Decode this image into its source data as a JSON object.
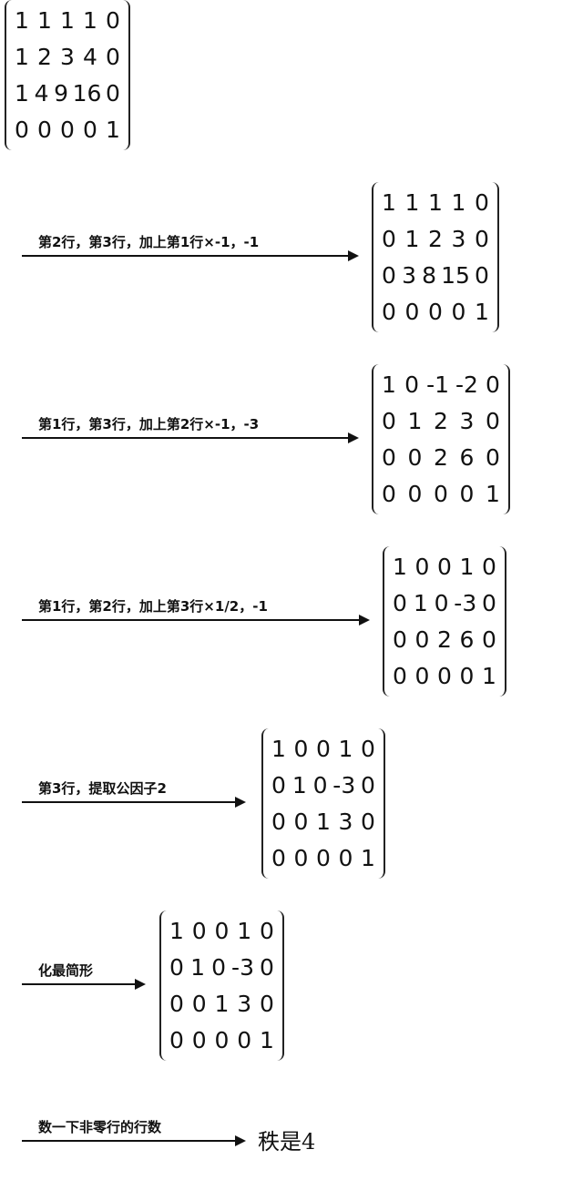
{
  "matrices": [
    [
      [
        "1",
        "1",
        "1",
        "1",
        "0"
      ],
      [
        "1",
        "2",
        "3",
        "4",
        "0"
      ],
      [
        "1",
        "4",
        "9",
        "16",
        "0"
      ],
      [
        "0",
        "0",
        "0",
        "0",
        "1"
      ]
    ],
    [
      [
        "1",
        "1",
        "1",
        "1",
        "0"
      ],
      [
        "0",
        "1",
        "2",
        "3",
        "0"
      ],
      [
        "0",
        "3",
        "8",
        "15",
        "0"
      ],
      [
        "0",
        "0",
        "0",
        "0",
        "1"
      ]
    ],
    [
      [
        "1",
        "0",
        "-1",
        "-2",
        "0"
      ],
      [
        "0",
        "1",
        "2",
        "3",
        "0"
      ],
      [
        "0",
        "0",
        "2",
        "6",
        "0"
      ],
      [
        "0",
        "0",
        "0",
        "0",
        "1"
      ]
    ],
    [
      [
        "1",
        "0",
        "0",
        "1",
        "0"
      ],
      [
        "0",
        "1",
        "0",
        "-3",
        "0"
      ],
      [
        "0",
        "0",
        "2",
        "6",
        "0"
      ],
      [
        "0",
        "0",
        "0",
        "0",
        "1"
      ]
    ],
    [
      [
        "1",
        "0",
        "0",
        "1",
        "0"
      ],
      [
        "0",
        "1",
        "0",
        "-3",
        "0"
      ],
      [
        "0",
        "0",
        "1",
        "3",
        "0"
      ],
      [
        "0",
        "0",
        "0",
        "0",
        "1"
      ]
    ],
    [
      [
        "1",
        "0",
        "0",
        "1",
        "0"
      ],
      [
        "0",
        "1",
        "0",
        "-3",
        "0"
      ],
      [
        "0",
        "0",
        "1",
        "3",
        "0"
      ],
      [
        "0",
        "0",
        "0",
        "0",
        "1"
      ]
    ]
  ],
  "steps": [
    "第2行，第3行，加上第1行×-1，-1",
    "第1行，第3行，加上第2行×-1，-3",
    "第1行，第2行，加上第3行×1/2，-1",
    "第3行，提取公因子2",
    "化最简形",
    "数一下非零行的行数"
  ],
  "result": "秩是4"
}
